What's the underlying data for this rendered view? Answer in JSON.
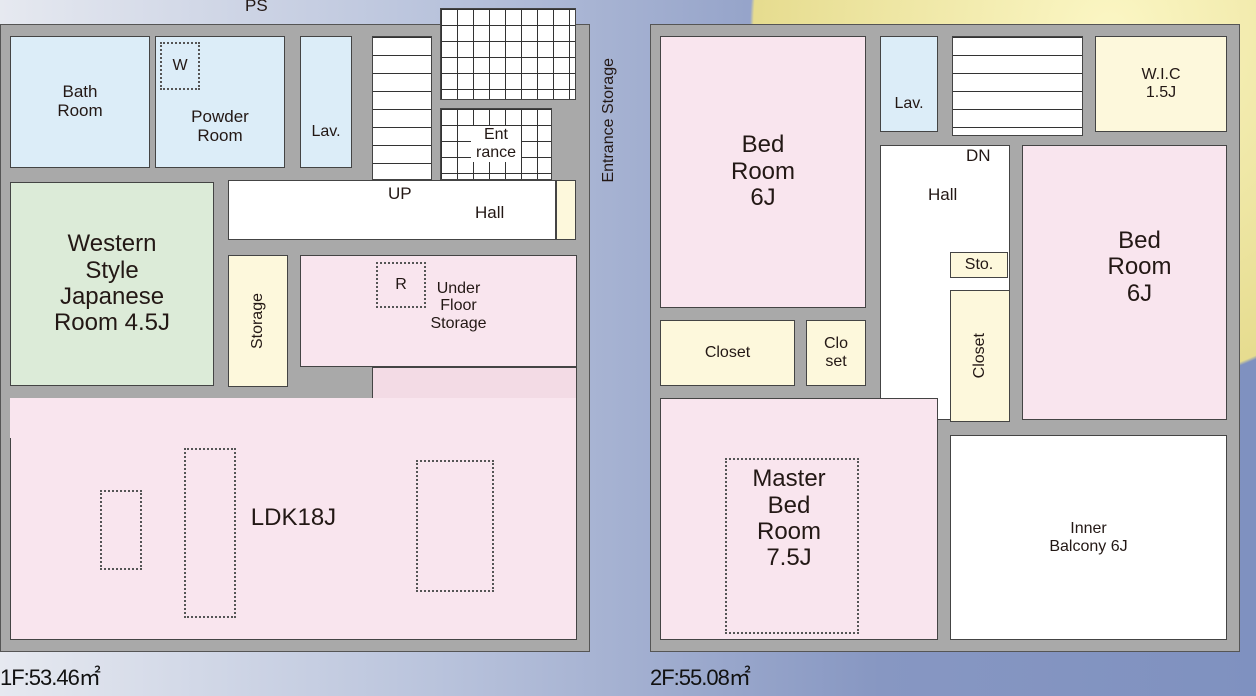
{
  "floor1": {
    "area": "1F:53.46㎡",
    "ps": "PS",
    "bath": "Bath Room",
    "powder": "Powder Room",
    "washer": "W",
    "lav": "Lav.",
    "entrance": "Ent rance",
    "entrance_storage": "Entrance Storage",
    "up": "UP",
    "hall": "Hall",
    "japanese": "Western Style Japanese Room 4.5J",
    "storage": "Storage",
    "under_floor": "Under Floor Storage",
    "r": "R",
    "ldk": "LDK18J"
  },
  "floor2": {
    "area": "2F:55.08㎡",
    "bed_left": "Bed Room 6J",
    "lav": "Lav.",
    "wic": "W.I.C 1.5J",
    "dn": "DN",
    "hall": "Hall",
    "sto": "Sto.",
    "bed_right": "Bed Room 6J",
    "closet": "Closet",
    "closet_small": "Clo set",
    "closet_vertical": "Closet",
    "master": "Master Bed Room 7.5J",
    "balcony": "Inner Balcony 6J"
  }
}
